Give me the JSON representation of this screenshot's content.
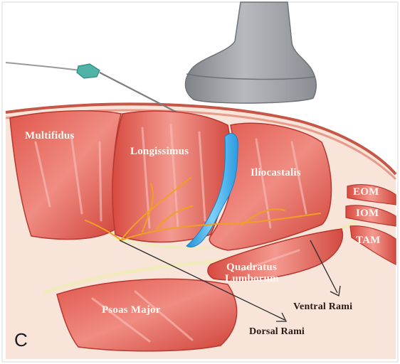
{
  "labels": {
    "multifidus": "Multifidus",
    "longissimus": "Longissimus",
    "iliocastalis": "Iliocastalis",
    "eom": "EOM",
    "iom": "IOM",
    "tam": "TAM",
    "quadratus_line1": "Quadratus",
    "quadratus_line2": "Lumborum",
    "psoas": "Psoas Major",
    "ventral_rami": "Ventral Rami",
    "dorsal_rami": "Dorsal Rami"
  },
  "panel_letter": "C",
  "colors": {
    "muscle": "#d9534a",
    "muscle_light": "#ee8a80",
    "skin_fill": "#f7e1d6",
    "skin_edge": "#c85a4a",
    "nerve": "#f0a020",
    "injectate": "#3aa8e8",
    "probe": "#9a9ea3",
    "needle": "#8a8a8a",
    "needle_hub": "#4fb3a8",
    "fascia": "#f4eec0"
  },
  "icons": {
    "probe": "ultrasound-probe-icon",
    "needle": "needle-icon"
  }
}
